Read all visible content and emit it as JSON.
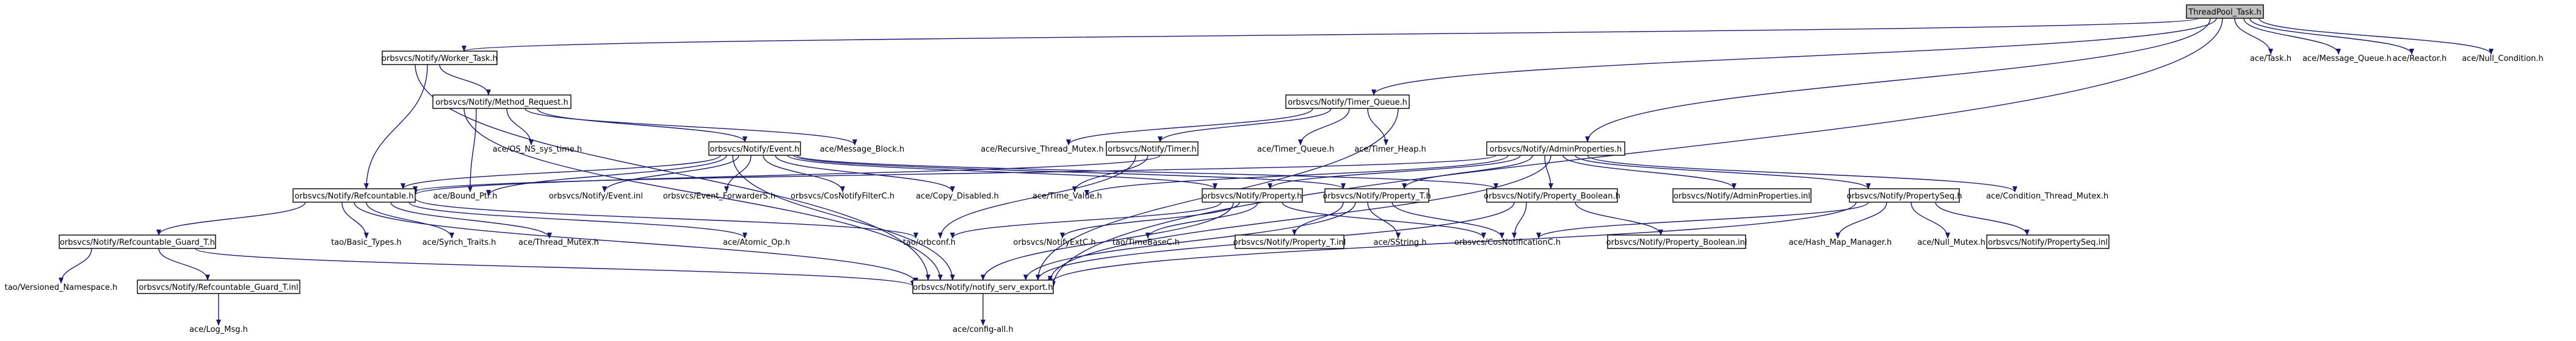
{
  "colors": {
    "edge": "#191970",
    "box_border": "#000000",
    "root_fill": "#bfbfbf",
    "label": "#000000"
  },
  "nodes": [
    {
      "id": "root",
      "label": "ThreadPool_Task.h",
      "boxed": true,
      "root": true
    },
    {
      "id": "worker",
      "label": "orbsvcs/Notify/Worker_Task.h",
      "boxed": true
    },
    {
      "id": "task",
      "label": "ace/Task.h",
      "boxed": false
    },
    {
      "id": "msgqueue",
      "label": "ace/Message_Queue.h",
      "boxed": false
    },
    {
      "id": "reactor",
      "label": "ace/Reactor.h",
      "boxed": false
    },
    {
      "id": "nullcond",
      "label": "ace/Null_Condition.h",
      "boxed": false
    },
    {
      "id": "methodreq",
      "label": "orbsvcs/Notify/Method_Request.h",
      "boxed": true
    },
    {
      "id": "timerqueue",
      "label": "orbsvcs/Notify/Timer_Queue.h",
      "boxed": true
    },
    {
      "id": "adminprops",
      "label": "orbsvcs/Notify/AdminProperties.h",
      "boxed": true
    },
    {
      "id": "ossys",
      "label": "ace/OS_NS_sys_time.h",
      "boxed": false
    },
    {
      "id": "msgblock",
      "label": "ace/Message_Block.h",
      "boxed": false
    },
    {
      "id": "event",
      "label": "orbsvcs/Notify/Event.h",
      "boxed": true
    },
    {
      "id": "recmutex",
      "label": "ace/Recursive_Thread_Mutex.h",
      "boxed": false
    },
    {
      "id": "timer",
      "label": "orbsvcs/Notify/Timer.h",
      "boxed": true
    },
    {
      "id": "acetimerq",
      "label": "ace/Timer_Queue.h",
      "boxed": false
    },
    {
      "id": "timerheap",
      "label": "ace/Timer_Heap.h",
      "boxed": false
    },
    {
      "id": "refcountable",
      "label": "orbsvcs/Notify/Refcountable.h",
      "boxed": true
    },
    {
      "id": "boundptr",
      "label": "ace/Bound_Ptr.h",
      "boxed": false
    },
    {
      "id": "eventinl",
      "label": "orbsvcs/Notify/Event.inl",
      "boxed": false
    },
    {
      "id": "eventfwd",
      "label": "orbsvcs/Event_ForwarderS.h",
      "boxed": false
    },
    {
      "id": "cosfilter",
      "label": "orbsvcs/CosNotifyFilterC.h",
      "boxed": false
    },
    {
      "id": "copydis",
      "label": "ace/Copy_Disabled.h",
      "boxed": false
    },
    {
      "id": "timevalue",
      "label": "ace/Time_Value.h",
      "boxed": false
    },
    {
      "id": "property",
      "label": "orbsvcs/Notify/Property.h",
      "boxed": true
    },
    {
      "id": "propertyt",
      "label": "orbsvcs/Notify/Property_T.h",
      "boxed": true
    },
    {
      "id": "propbool",
      "label": "orbsvcs/Notify/Property_Boolean.h",
      "boxed": true
    },
    {
      "id": "adminpropsinl",
      "label": "orbsvcs/Notify/AdminProperties.inl",
      "boxed": false
    },
    {
      "id": "propseq",
      "label": "orbsvcs/Notify/PropertySeq.h",
      "boxed": true
    },
    {
      "id": "condmutex",
      "label": "ace/Condition_Thread_Mutex.h",
      "boxed": false
    },
    {
      "id": "guardt",
      "label": "orbsvcs/Notify/Refcountable_Guard_T.h",
      "boxed": true
    },
    {
      "id": "basictypes",
      "label": "tao/Basic_Types.h",
      "boxed": false
    },
    {
      "id": "synchtraits",
      "label": "ace/Synch_Traits.h",
      "boxed": false
    },
    {
      "id": "threadmutex",
      "label": "ace/Thread_Mutex.h",
      "boxed": false
    },
    {
      "id": "atomicop",
      "label": "ace/Atomic_Op.h",
      "boxed": false
    },
    {
      "id": "orbconf",
      "label": "tao/orbconf.h",
      "boxed": false
    },
    {
      "id": "extc",
      "label": "orbsvcs/NotifyExtC.h",
      "boxed": false
    },
    {
      "id": "timebasec",
      "label": "tao/TimeBaseC.h",
      "boxed": false
    },
    {
      "id": "propertytinl",
      "label": "orbsvcs/Notify/Property_T.inl",
      "boxed": false
    },
    {
      "id": "sstring",
      "label": "ace/SString.h",
      "boxed": false
    },
    {
      "id": "cosnotifc",
      "label": "orbsvcs/CosNotificationC.h",
      "boxed": false
    },
    {
      "id": "propboolinl",
      "label": "orbsvcs/Notify/Property_Boolean.inl",
      "boxed": false
    },
    {
      "id": "hashmap",
      "label": "ace/Hash_Map_Manager.h",
      "boxed": false
    },
    {
      "id": "nullmutex",
      "label": "ace/Null_Mutex.h",
      "boxed": false
    },
    {
      "id": "propseqinl",
      "label": "orbsvcs/Notify/PropertySeq.inl",
      "boxed": false
    },
    {
      "id": "versionedns",
      "label": "tao/Versioned_Namespace.h",
      "boxed": false
    },
    {
      "id": "guardtinl",
      "label": "orbsvcs/Notify/Refcountable_Guard_T.inl",
      "boxed": true
    },
    {
      "id": "servexport",
      "label": "orbsvcs/Notify/notify_serv_export.h",
      "boxed": true
    },
    {
      "id": "logmsg",
      "label": "ace/Log_Msg.h",
      "boxed": false
    },
    {
      "id": "configall",
      "label": "ace/config-all.h",
      "boxed": false
    }
  ]
}
